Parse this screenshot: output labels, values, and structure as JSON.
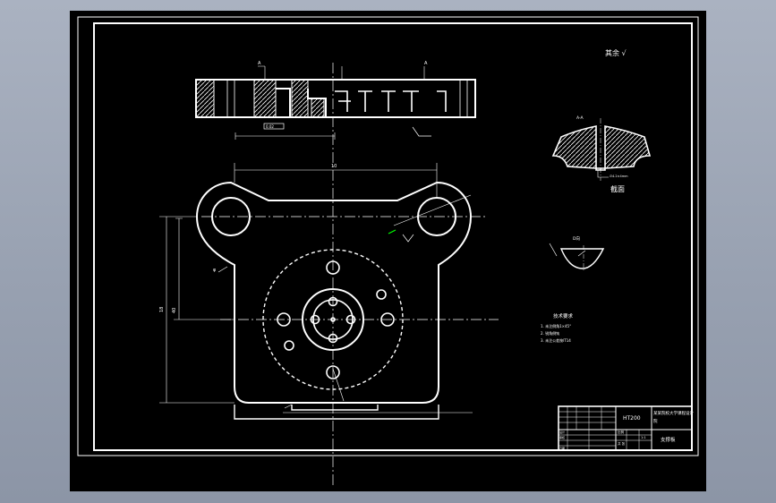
{
  "title_block": {
    "material": "HT200",
    "school_top": "某某院校大学课程设计",
    "school_bottom": "院",
    "part_name": "支撑板",
    "scale_label": "比例",
    "scale_value": "1:1",
    "sheet_label": "共 张",
    "designer_label": "设计",
    "checker_label": "审核",
    "date_label": "日期"
  },
  "roughness_note": "其余 √",
  "section_label": "A-A",
  "section_caption": "截面",
  "detail_label": "D向",
  "tech_notes": {
    "title": "技术要求",
    "items": [
      "1. 未注倒角1×45°",
      "2. 锐角倒钝",
      "3. 未注公差按IT14"
    ]
  },
  "dims": {
    "phi_small": "φ",
    "section_dim": "∅4.2×4mm",
    "dim_top": "10",
    "dim_left": "40",
    "dim_left2": "18",
    "tolerance_box": "0.02"
  },
  "colors": {
    "background": "#000000",
    "lines": "#ffffff",
    "accent": "#00ff00",
    "window": "#9aa3b2"
  }
}
